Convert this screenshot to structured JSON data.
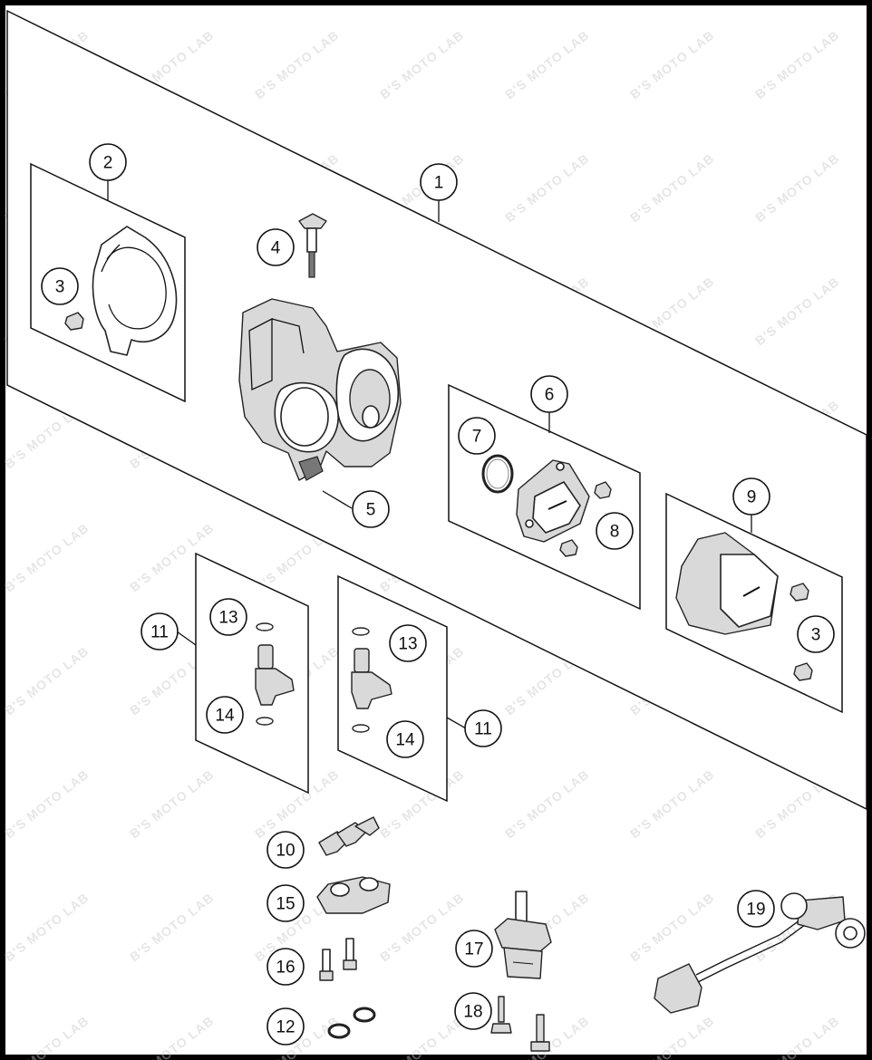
{
  "watermark": "B'S MOTO LAB",
  "callouts": [
    {
      "id": "c1",
      "label": "1"
    },
    {
      "id": "c2",
      "label": "2"
    },
    {
      "id": "c3a",
      "label": "3"
    },
    {
      "id": "c3b",
      "label": "3"
    },
    {
      "id": "c4",
      "label": "4"
    },
    {
      "id": "c5",
      "label": "5"
    },
    {
      "id": "c6",
      "label": "6"
    },
    {
      "id": "c7",
      "label": "7"
    },
    {
      "id": "c8",
      "label": "8"
    },
    {
      "id": "c9",
      "label": "9"
    },
    {
      "id": "c10",
      "label": "10"
    },
    {
      "id": "c11a",
      "label": "11"
    },
    {
      "id": "c11b",
      "label": "11"
    },
    {
      "id": "c12",
      "label": "12"
    },
    {
      "id": "c13a",
      "label": "13"
    },
    {
      "id": "c13b",
      "label": "13"
    },
    {
      "id": "c14a",
      "label": "14"
    },
    {
      "id": "c14b",
      "label": "14"
    },
    {
      "id": "c15",
      "label": "15"
    },
    {
      "id": "c16",
      "label": "16"
    },
    {
      "id": "c17",
      "label": "17"
    },
    {
      "id": "c18",
      "label": "18"
    },
    {
      "id": "c19",
      "label": "19"
    }
  ]
}
